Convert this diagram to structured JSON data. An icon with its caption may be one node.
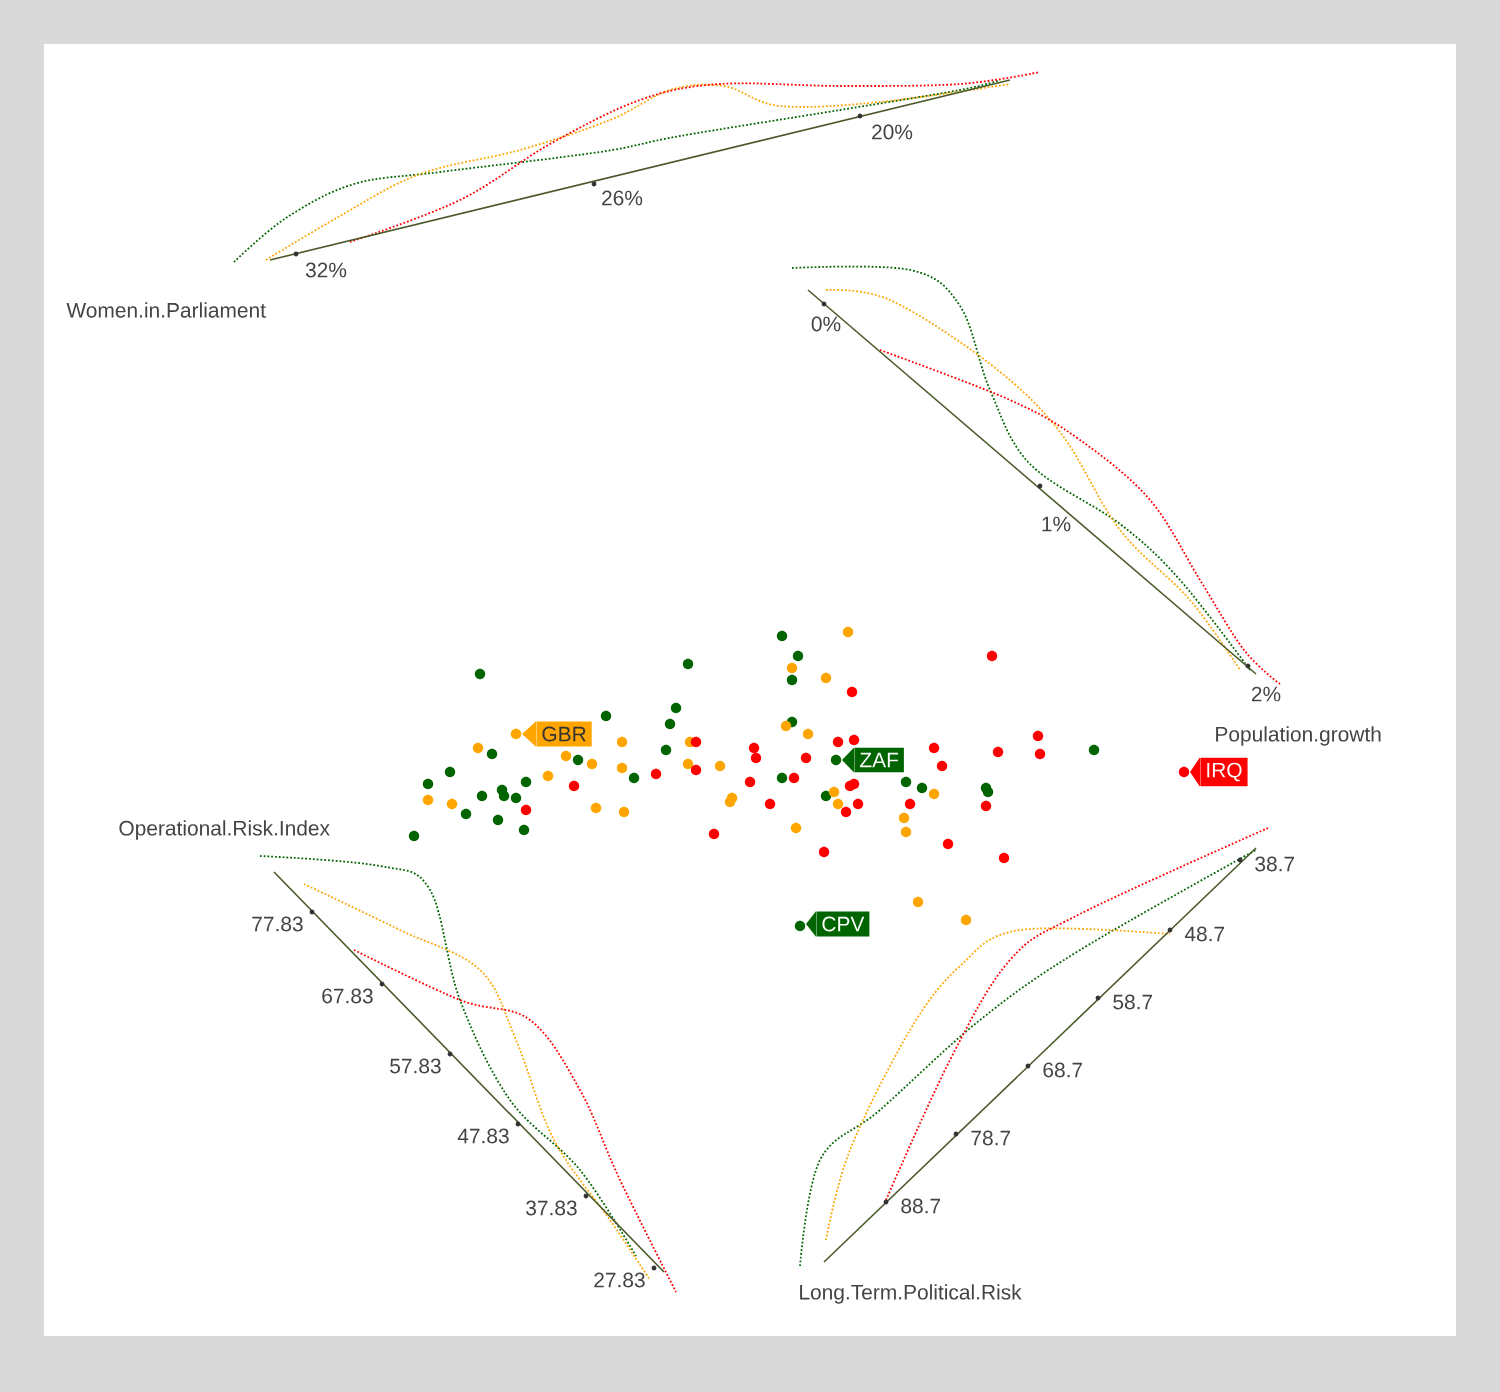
{
  "diagram": {
    "labels": [
      "Women.in.Parliament",
      "20%",
      "26%",
      "32%",
      "0%",
      "1%",
      "2%",
      "Population.growth",
      "GBR",
      "ZAF",
      "IRQ",
      "Operational.Risk.Index",
      "CPV",
      "77.83",
      "67.83",
      "57.83",
      "47.83",
      "37.83",
      "27.83",
      "38.7",
      "48.7",
      "58.7",
      "68.7",
      "78.7",
      "88.7",
      "Long.Term.Political.Risk"
    ]
  }
}
